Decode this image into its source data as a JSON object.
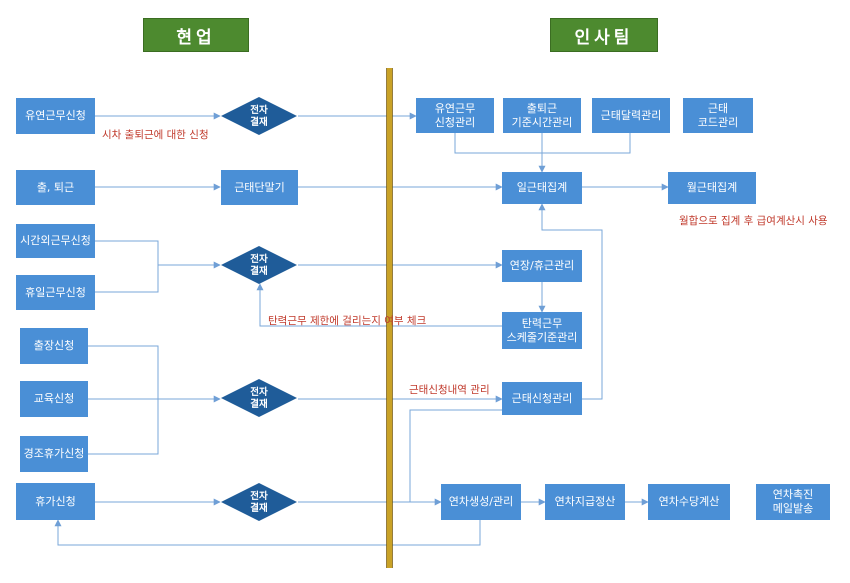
{
  "headers": {
    "left": "현업",
    "right": "인사팀"
  },
  "approval": {
    "line1": "전자",
    "line2": "결재"
  },
  "left_boxes": {
    "flex_request": "유연근무신청",
    "commute": "출, 퇴근",
    "overtime_request": "시간외근무신청",
    "holiday_work_request": "휴일근무신청",
    "business_trip_request": "출장신청",
    "education_request": "교육신청",
    "family_event_leave_request": "경조휴가신청",
    "vacation_request": "휴가신청"
  },
  "terminal": "근태단말기",
  "right_boxes": {
    "flex_management": "유연근무\n신청관리",
    "commute_standard_time": "출퇴근\n기준시간관리",
    "attendance_calendar": "근태달력관리",
    "attendance_code": "근태\n코드관리",
    "daily_summary": "일근태집계",
    "monthly_summary": "월근태집계",
    "extension_rest": "연장/휴근관리",
    "flex_schedule_standard": "탄력근무\n스케줄기준관리",
    "attendance_request_management": "근태신청관리",
    "leave_generation": "연차생성/관리",
    "leave_payment_settlement": "연차지급정산",
    "leave_allowance_calc": "연차수당계산",
    "leave_promotion_mail": "연차촉진\n메일발송"
  },
  "notes": {
    "flex_time_note": "시차 출퇴근에 대한 신청",
    "monthly_note": "월합으로 집계 후 급여계산시 사용",
    "flex_limit_note": "탄력근무 제한에 걸리는지 여부 체크",
    "request_history_note": "근태신청내역 관리"
  },
  "colors": {
    "box_blue": "#4a8fd6",
    "diamond_blue": "#1f5c99",
    "header_green": "#4d8a2f",
    "divider_gold": "#c9a227",
    "note_red": "#c0392b",
    "line_blue": "#7aa7d9"
  }
}
